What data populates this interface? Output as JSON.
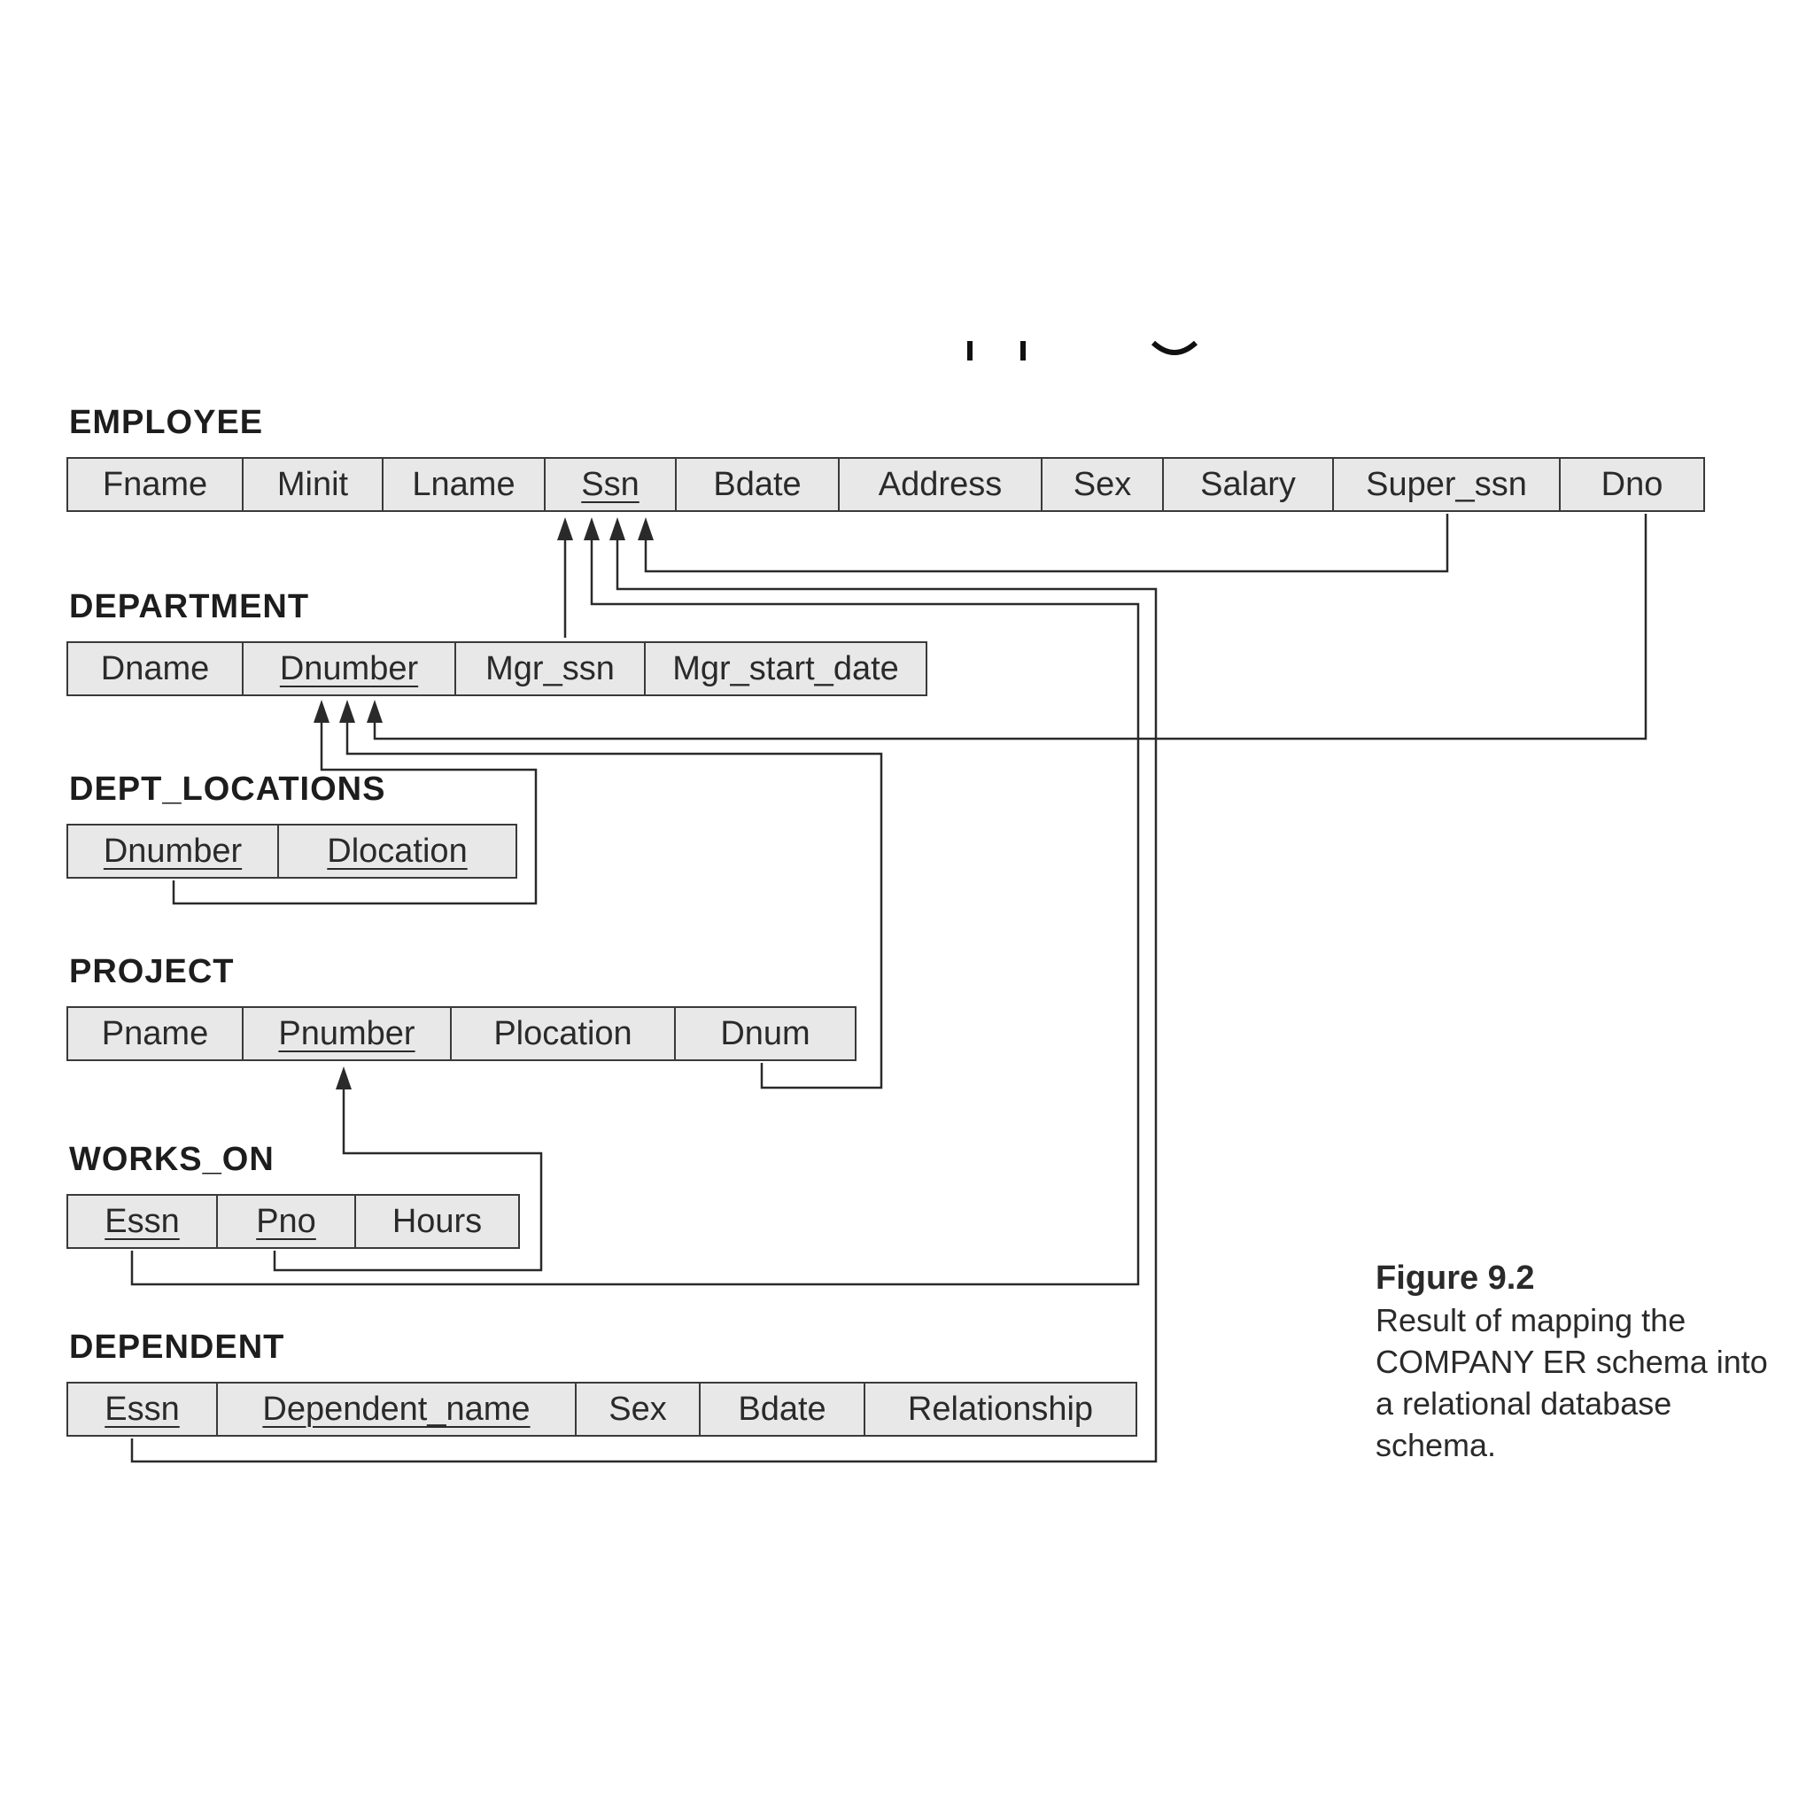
{
  "relations": [
    {
      "name": "EMPLOYEE",
      "attributes": [
        {
          "label": "Fname",
          "pk": false
        },
        {
          "label": "Minit",
          "pk": false
        },
        {
          "label": "Lname",
          "pk": false
        },
        {
          "label": "Ssn",
          "pk": true
        },
        {
          "label": "Bdate",
          "pk": false
        },
        {
          "label": "Address",
          "pk": false
        },
        {
          "label": "Sex",
          "pk": false
        },
        {
          "label": "Salary",
          "pk": false
        },
        {
          "label": "Super_ssn",
          "pk": false
        },
        {
          "label": "Dno",
          "pk": false
        }
      ]
    },
    {
      "name": "DEPARTMENT",
      "attributes": [
        {
          "label": "Dname",
          "pk": false
        },
        {
          "label": "Dnumber",
          "pk": true
        },
        {
          "label": "Mgr_ssn",
          "pk": false
        },
        {
          "label": "Mgr_start_date",
          "pk": false
        }
      ]
    },
    {
      "name": "DEPT_LOCATIONS",
      "attributes": [
        {
          "label": "Dnumber",
          "pk": true
        },
        {
          "label": "Dlocation",
          "pk": true
        }
      ]
    },
    {
      "name": "PROJECT",
      "attributes": [
        {
          "label": "Pname",
          "pk": false
        },
        {
          "label": "Pnumber",
          "pk": true
        },
        {
          "label": "Plocation",
          "pk": false
        },
        {
          "label": "Dnum",
          "pk": false
        }
      ]
    },
    {
      "name": "WORKS_ON",
      "attributes": [
        {
          "label": "Essn",
          "pk": true
        },
        {
          "label": "Pno",
          "pk": true
        },
        {
          "label": "Hours",
          "pk": false
        }
      ]
    },
    {
      "name": "DEPENDENT",
      "attributes": [
        {
          "label": "Essn",
          "pk": true
        },
        {
          "label": "Dependent_name",
          "pk": true
        },
        {
          "label": "Sex",
          "pk": false
        },
        {
          "label": "Bdate",
          "pk": false
        },
        {
          "label": "Relationship",
          "pk": false
        }
      ]
    }
  ],
  "foreign_keys": [
    {
      "from": "EMPLOYEE.Super_ssn",
      "to": "EMPLOYEE.Ssn"
    },
    {
      "from": "DEPARTMENT.Mgr_ssn",
      "to": "EMPLOYEE.Ssn"
    },
    {
      "from": "WORKS_ON.Essn",
      "to": "EMPLOYEE.Ssn"
    },
    {
      "from": "DEPENDENT.Essn",
      "to": "EMPLOYEE.Ssn"
    },
    {
      "from": "EMPLOYEE.Dno",
      "to": "DEPARTMENT.Dnumber"
    },
    {
      "from": "DEPT_LOCATIONS.Dnumber",
      "to": "DEPARTMENT.Dnumber"
    },
    {
      "from": "PROJECT.Dnum",
      "to": "DEPARTMENT.Dnumber"
    },
    {
      "from": "WORKS_ON.Pno",
      "to": "PROJECT.Pnumber"
    }
  ],
  "caption": {
    "title": "Figure 9.2",
    "text": "Result of mapping the COMPANY ER schema into a relational database schema."
  },
  "colors": {
    "line": "#2a2a2a",
    "cell_fill": "#e8e8e8",
    "border": "#3a3a3a"
  }
}
